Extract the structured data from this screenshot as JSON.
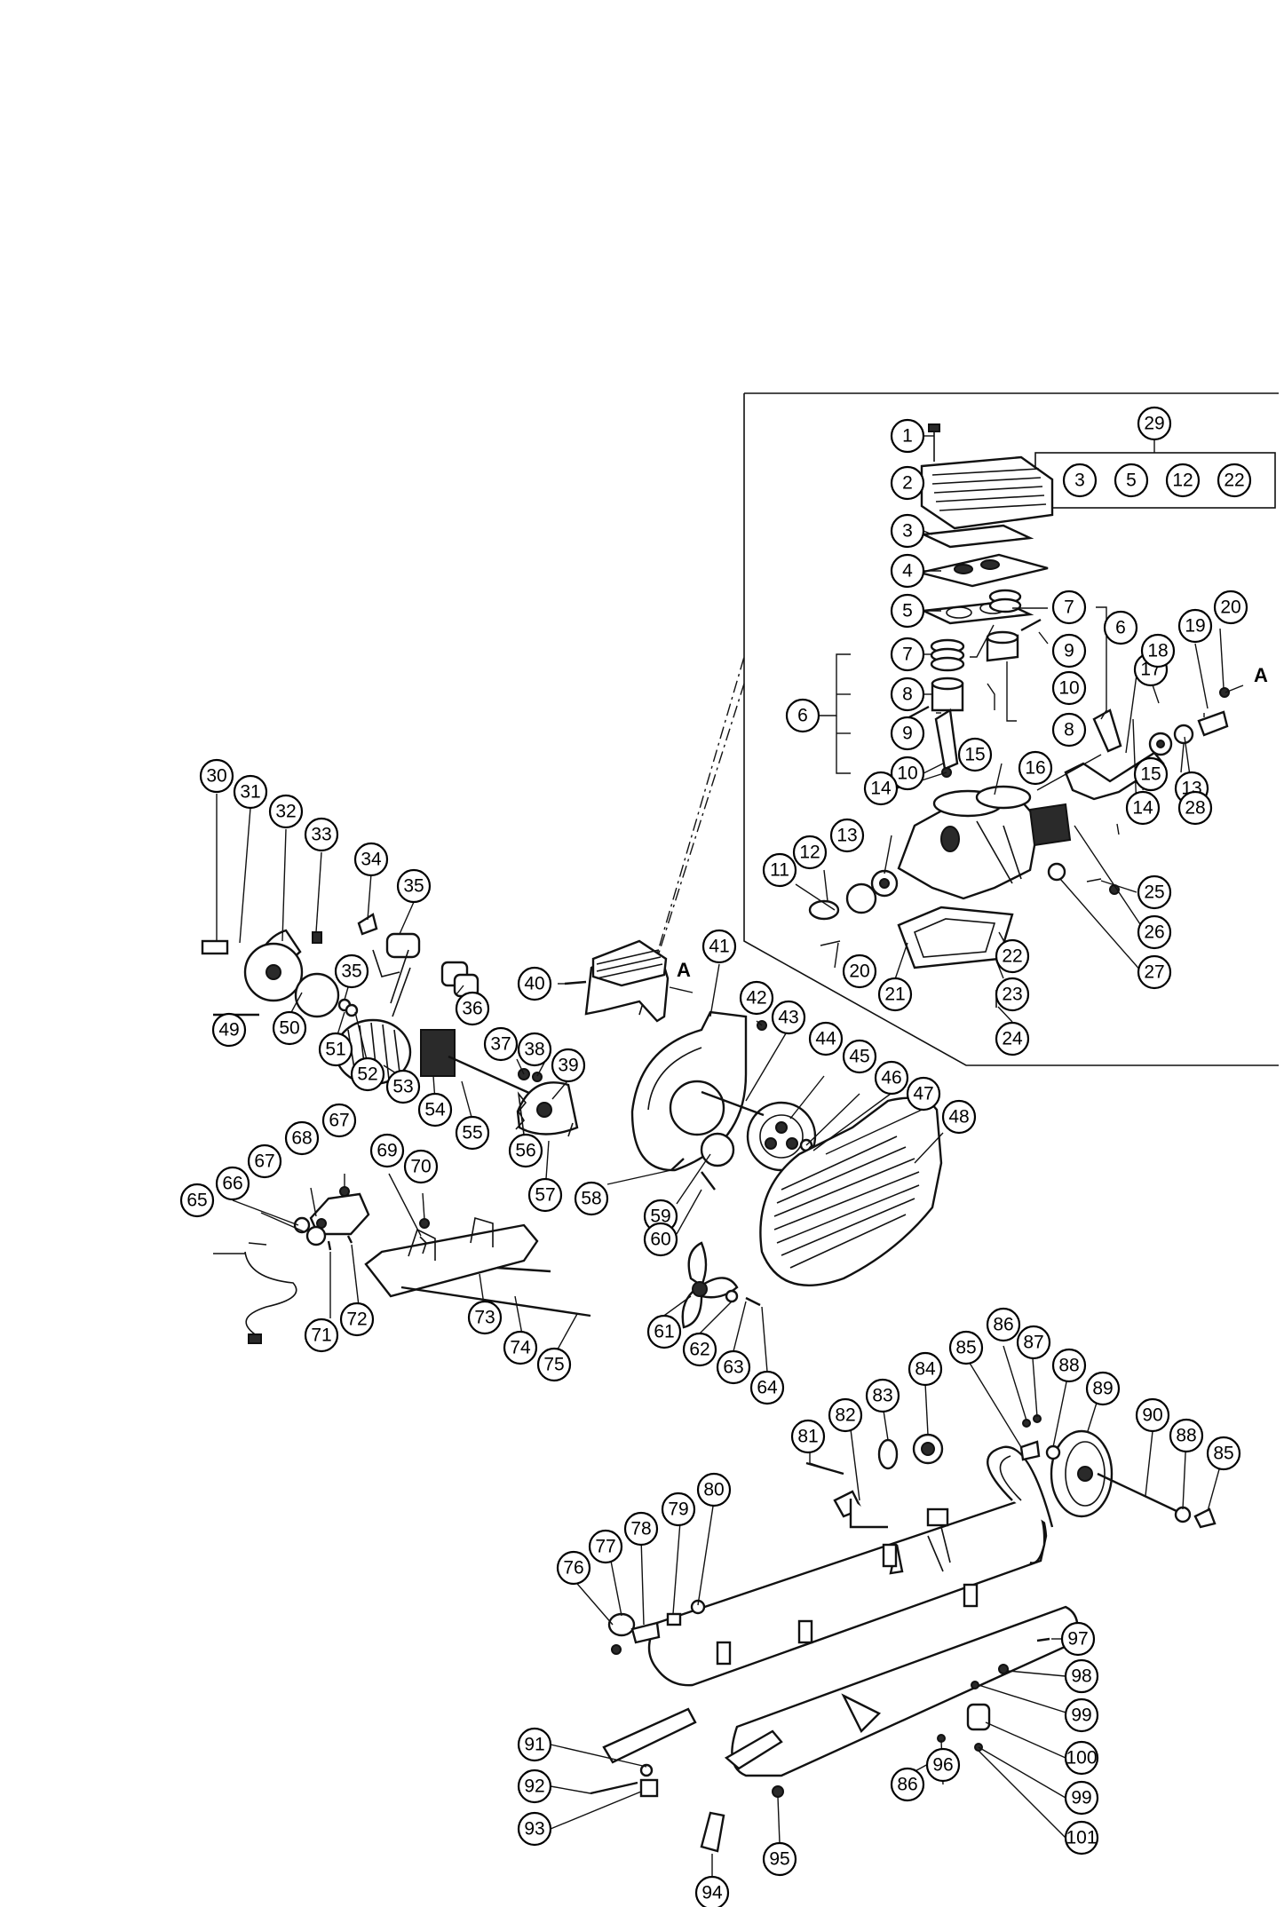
{
  "diagram": {
    "view_marker": "A",
    "kit_label": "29",
    "kit_contents": [
      "3",
      "5",
      "12",
      "22"
    ],
    "callouts": [
      "1",
      "2",
      "3",
      "4",
      "5",
      "6",
      "6",
      "7",
      "7",
      "8",
      "8",
      "9",
      "9",
      "10",
      "10",
      "11",
      "12",
      "13",
      "13",
      "14",
      "14",
      "15",
      "15",
      "16",
      "17",
      "18",
      "19",
      "20",
      "20",
      "21",
      "22",
      "23",
      "24",
      "25",
      "26",
      "27",
      "28",
      "30",
      "31",
      "32",
      "33",
      "34",
      "35",
      "35",
      "36",
      "37",
      "38",
      "39",
      "40",
      "41",
      "42",
      "43",
      "44",
      "45",
      "46",
      "47",
      "48",
      "49",
      "50",
      "51",
      "52",
      "53",
      "54",
      "55",
      "56",
      "57",
      "58",
      "59",
      "60",
      "61",
      "62",
      "63",
      "64",
      "65",
      "66",
      "67",
      "67",
      "68",
      "69",
      "70",
      "71",
      "72",
      "73",
      "74",
      "75",
      "76",
      "77",
      "78",
      "79",
      "80",
      "81",
      "82",
      "83",
      "84",
      "85",
      "85",
      "86",
      "86",
      "87",
      "88",
      "88",
      "89",
      "90",
      "91",
      "92",
      "93",
      "94",
      "95",
      "96",
      "97",
      "98",
      "99",
      "99",
      "100",
      "101"
    ]
  }
}
